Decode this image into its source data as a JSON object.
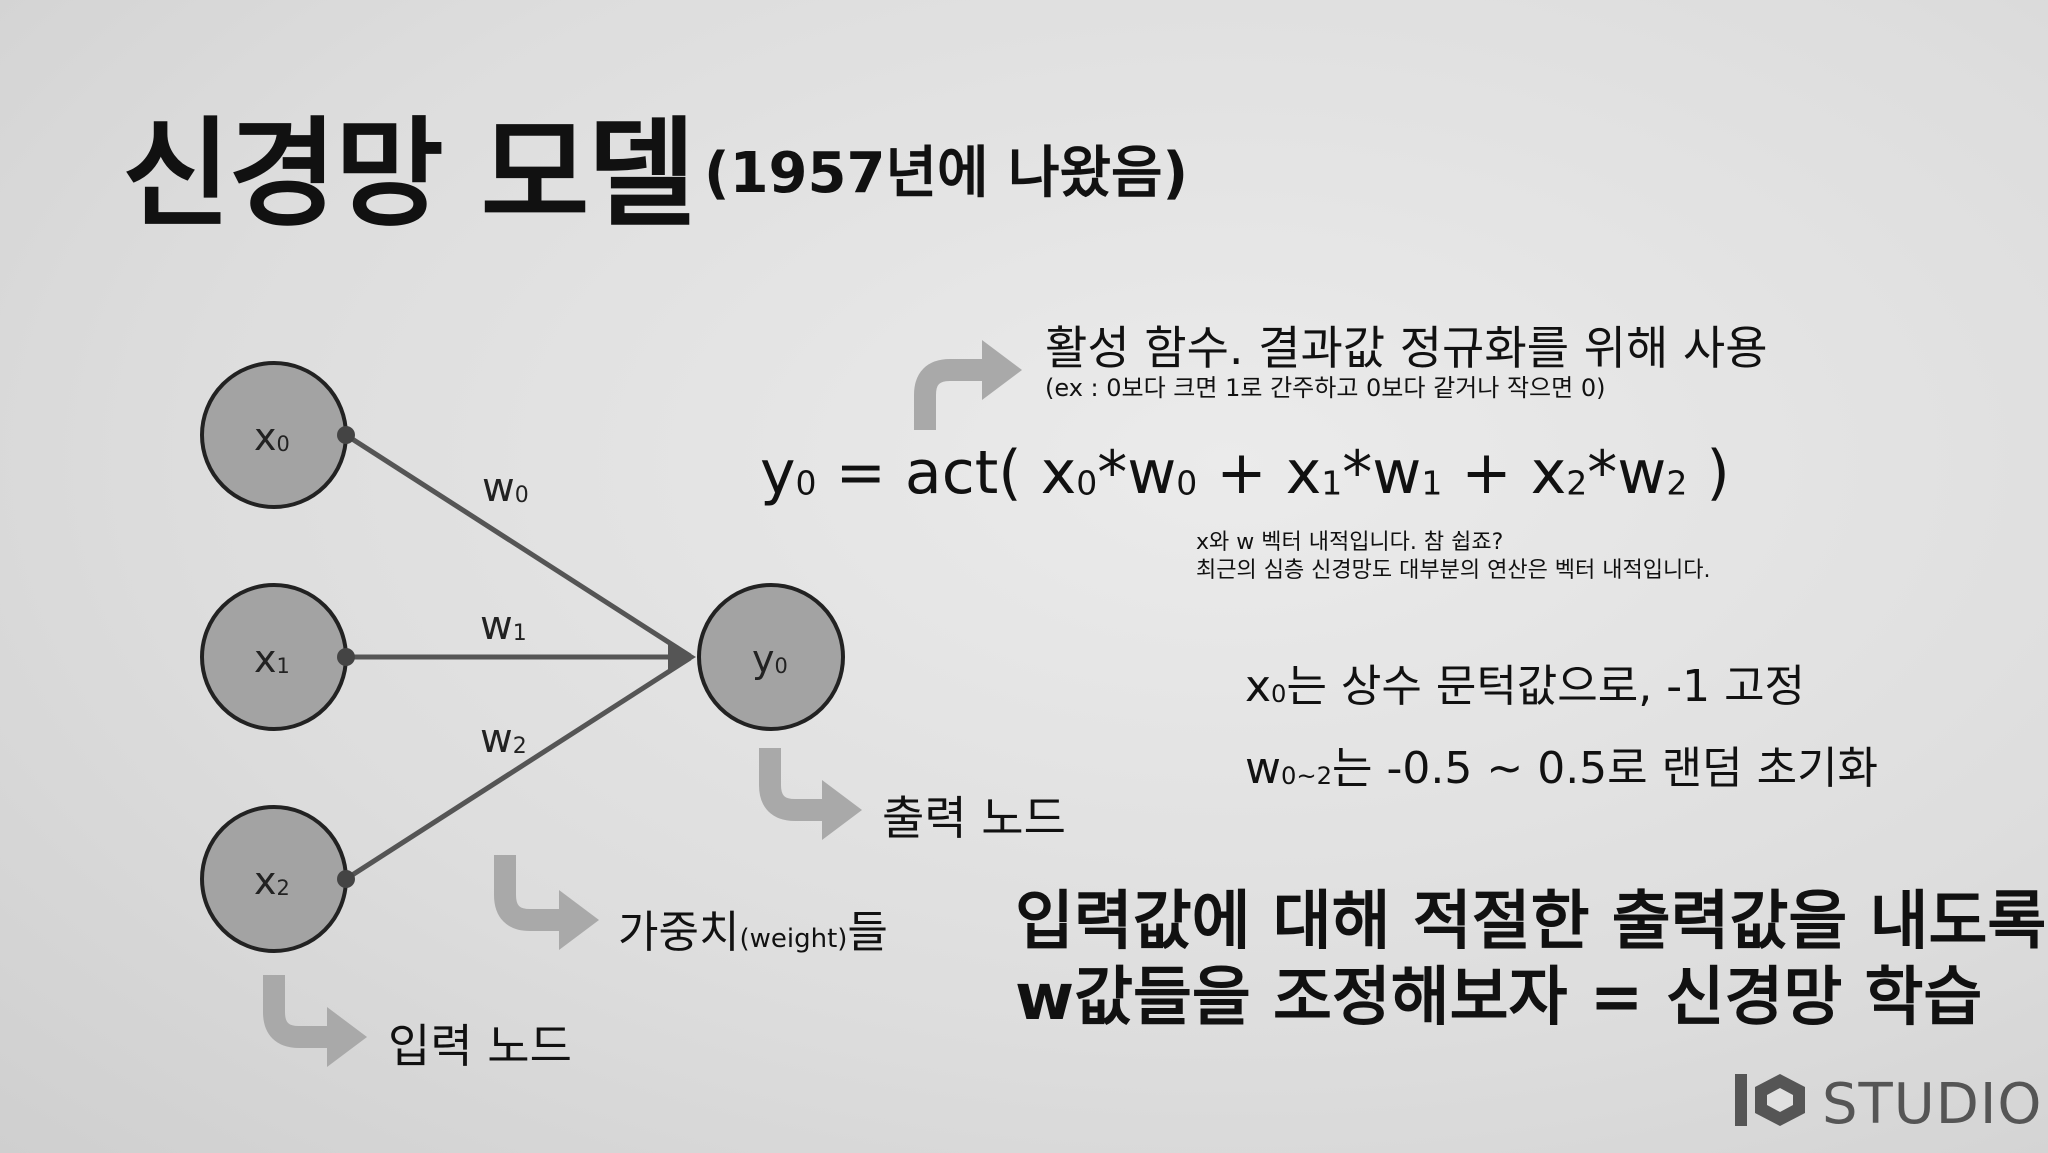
{
  "title": "신경망 모델",
  "subtitle": "(1957년에 나왔음)",
  "nodes": {
    "x0": {
      "base": "x",
      "sub": "0"
    },
    "x1": {
      "base": "x",
      "sub": "1"
    },
    "x2": {
      "base": "x",
      "sub": "2"
    },
    "y0": {
      "base": "y",
      "sub": "0"
    }
  },
  "weights": {
    "w0": {
      "base": "w",
      "sub": "0"
    },
    "w1": {
      "base": "w",
      "sub": "1"
    },
    "w2": {
      "base": "w",
      "sub": "2"
    }
  },
  "activation": {
    "description": "활성 함수. 결과값 정규화를 위해 사용",
    "example": "(ex : 0보다 크면 1로 간주하고 0보다 같거나 작으면 0)"
  },
  "formula": {
    "y": "y",
    "y_sub": "0",
    "eq": " = act( ",
    "x0": "x",
    "x0_sub": "0",
    "op0": "*",
    "w0": "w",
    "w0_sub": "0",
    "plus1": " + ",
    "x1": "x",
    "x1_sub": "1",
    "op1": "*",
    "w1": "w",
    "w1_sub": "1",
    "plus2": " + ",
    "x2": "x",
    "x2_sub": "2",
    "op2": "*",
    "w2": "w",
    "w2_sub": "2",
    "close": " )"
  },
  "notes": {
    "line1": "x와 w 벡터 내적입니다. 참 쉽죠?",
    "line2": "최근의 심층 신경망도 대부분의 연산은 벡터 내적입니다."
  },
  "x0_note": {
    "base": "x",
    "sub": "0",
    "text": "는 상수 문턱값으로, -1 고정"
  },
  "w_note": {
    "base": "w",
    "sub": "0~2",
    "text": "는 -0.5 ~ 0.5로 랜덤 초기화"
  },
  "labels": {
    "output_node": "출력 노드",
    "weights_main": "가중치",
    "weights_paren": "(weight)",
    "weights_suffix": "들",
    "input_node": "입력 노드"
  },
  "conclusion": {
    "line1": "입력값에 대해 적절한 출력값을 내도록",
    "line2": "w값들을 조정해보자  =  신경망 학습"
  },
  "logo": {
    "text": "STUDIO"
  },
  "colors": {
    "node_fill": "#a3a3a3",
    "node_stroke": "#222222",
    "edge": "#555555",
    "arrow": "#a9a9a9"
  }
}
